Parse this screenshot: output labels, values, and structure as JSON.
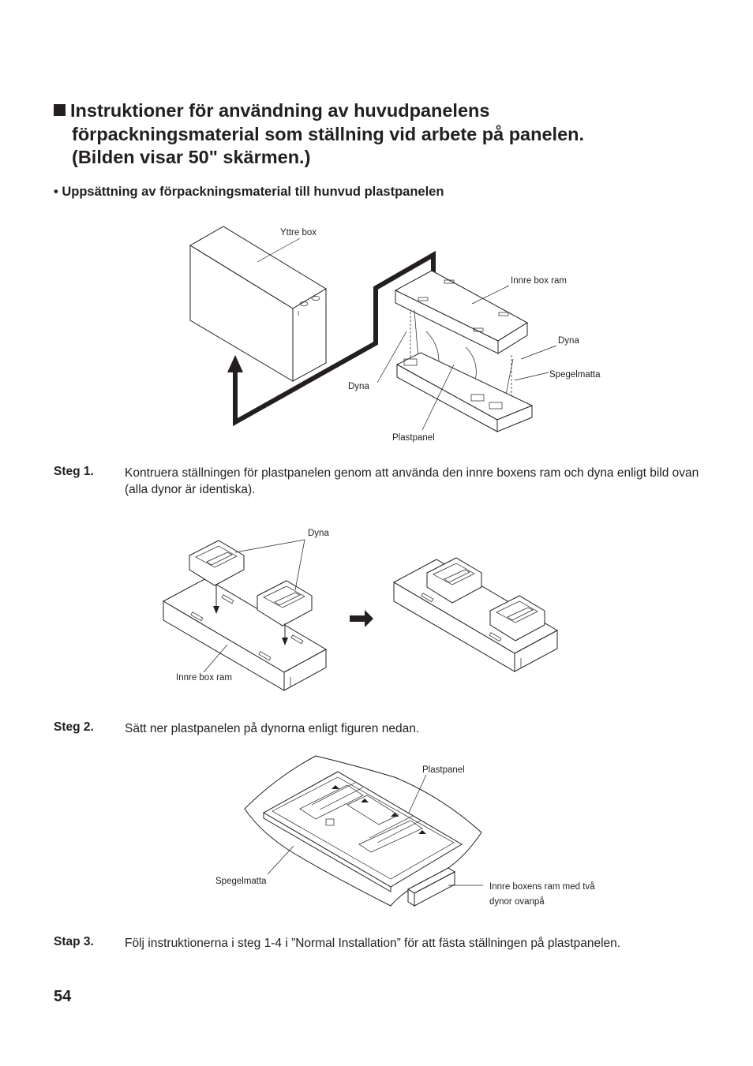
{
  "heading": {
    "line1": "Instruktioner för användning av huvudpanelens",
    "line2": "förpackningsmaterial som ställning vid arbete på panelen.",
    "line3": "(Bilden visar 50\" skärmen.)"
  },
  "subheading": "• Uppsättning av förpackningsmaterial till hunvud plastpanelen",
  "figure1": {
    "labels": {
      "yttre_box": "Yttre box",
      "innre_box_ram": "Innre box ram",
      "dyna_right": "Dyna",
      "spegelmatta": "Spegelmatta",
      "dyna_left": "Dyna",
      "plastpanel": "Plastpanel"
    }
  },
  "steps": [
    {
      "label": "Steg 1.",
      "text": "Kontruera ställningen för plastpanelen genom att använda den innre boxens ram och dyna enligt bild ovan (alla dynor är identiska)."
    },
    {
      "label": "Steg 2.",
      "text": "Sätt ner plastpanelen på dynorna enligt figuren nedan."
    },
    {
      "label": "Stap 3.",
      "text": "Följ instruktionerna i steg 1-4 i ”Normal Installation” för att fästa ställningen på plastpanelen."
    }
  ],
  "figure2": {
    "labels": {
      "dyna": "Dyna",
      "innre_box_ram": "Innre box ram"
    }
  },
  "figure3": {
    "labels": {
      "plastpanel": "Plastpanel",
      "spegelmatta": "Spegelmatta",
      "innre_boxens_line1": "Innre boxens ram med två",
      "innre_boxens_line2": "dynor ovanpå"
    }
  },
  "page_number": "54"
}
